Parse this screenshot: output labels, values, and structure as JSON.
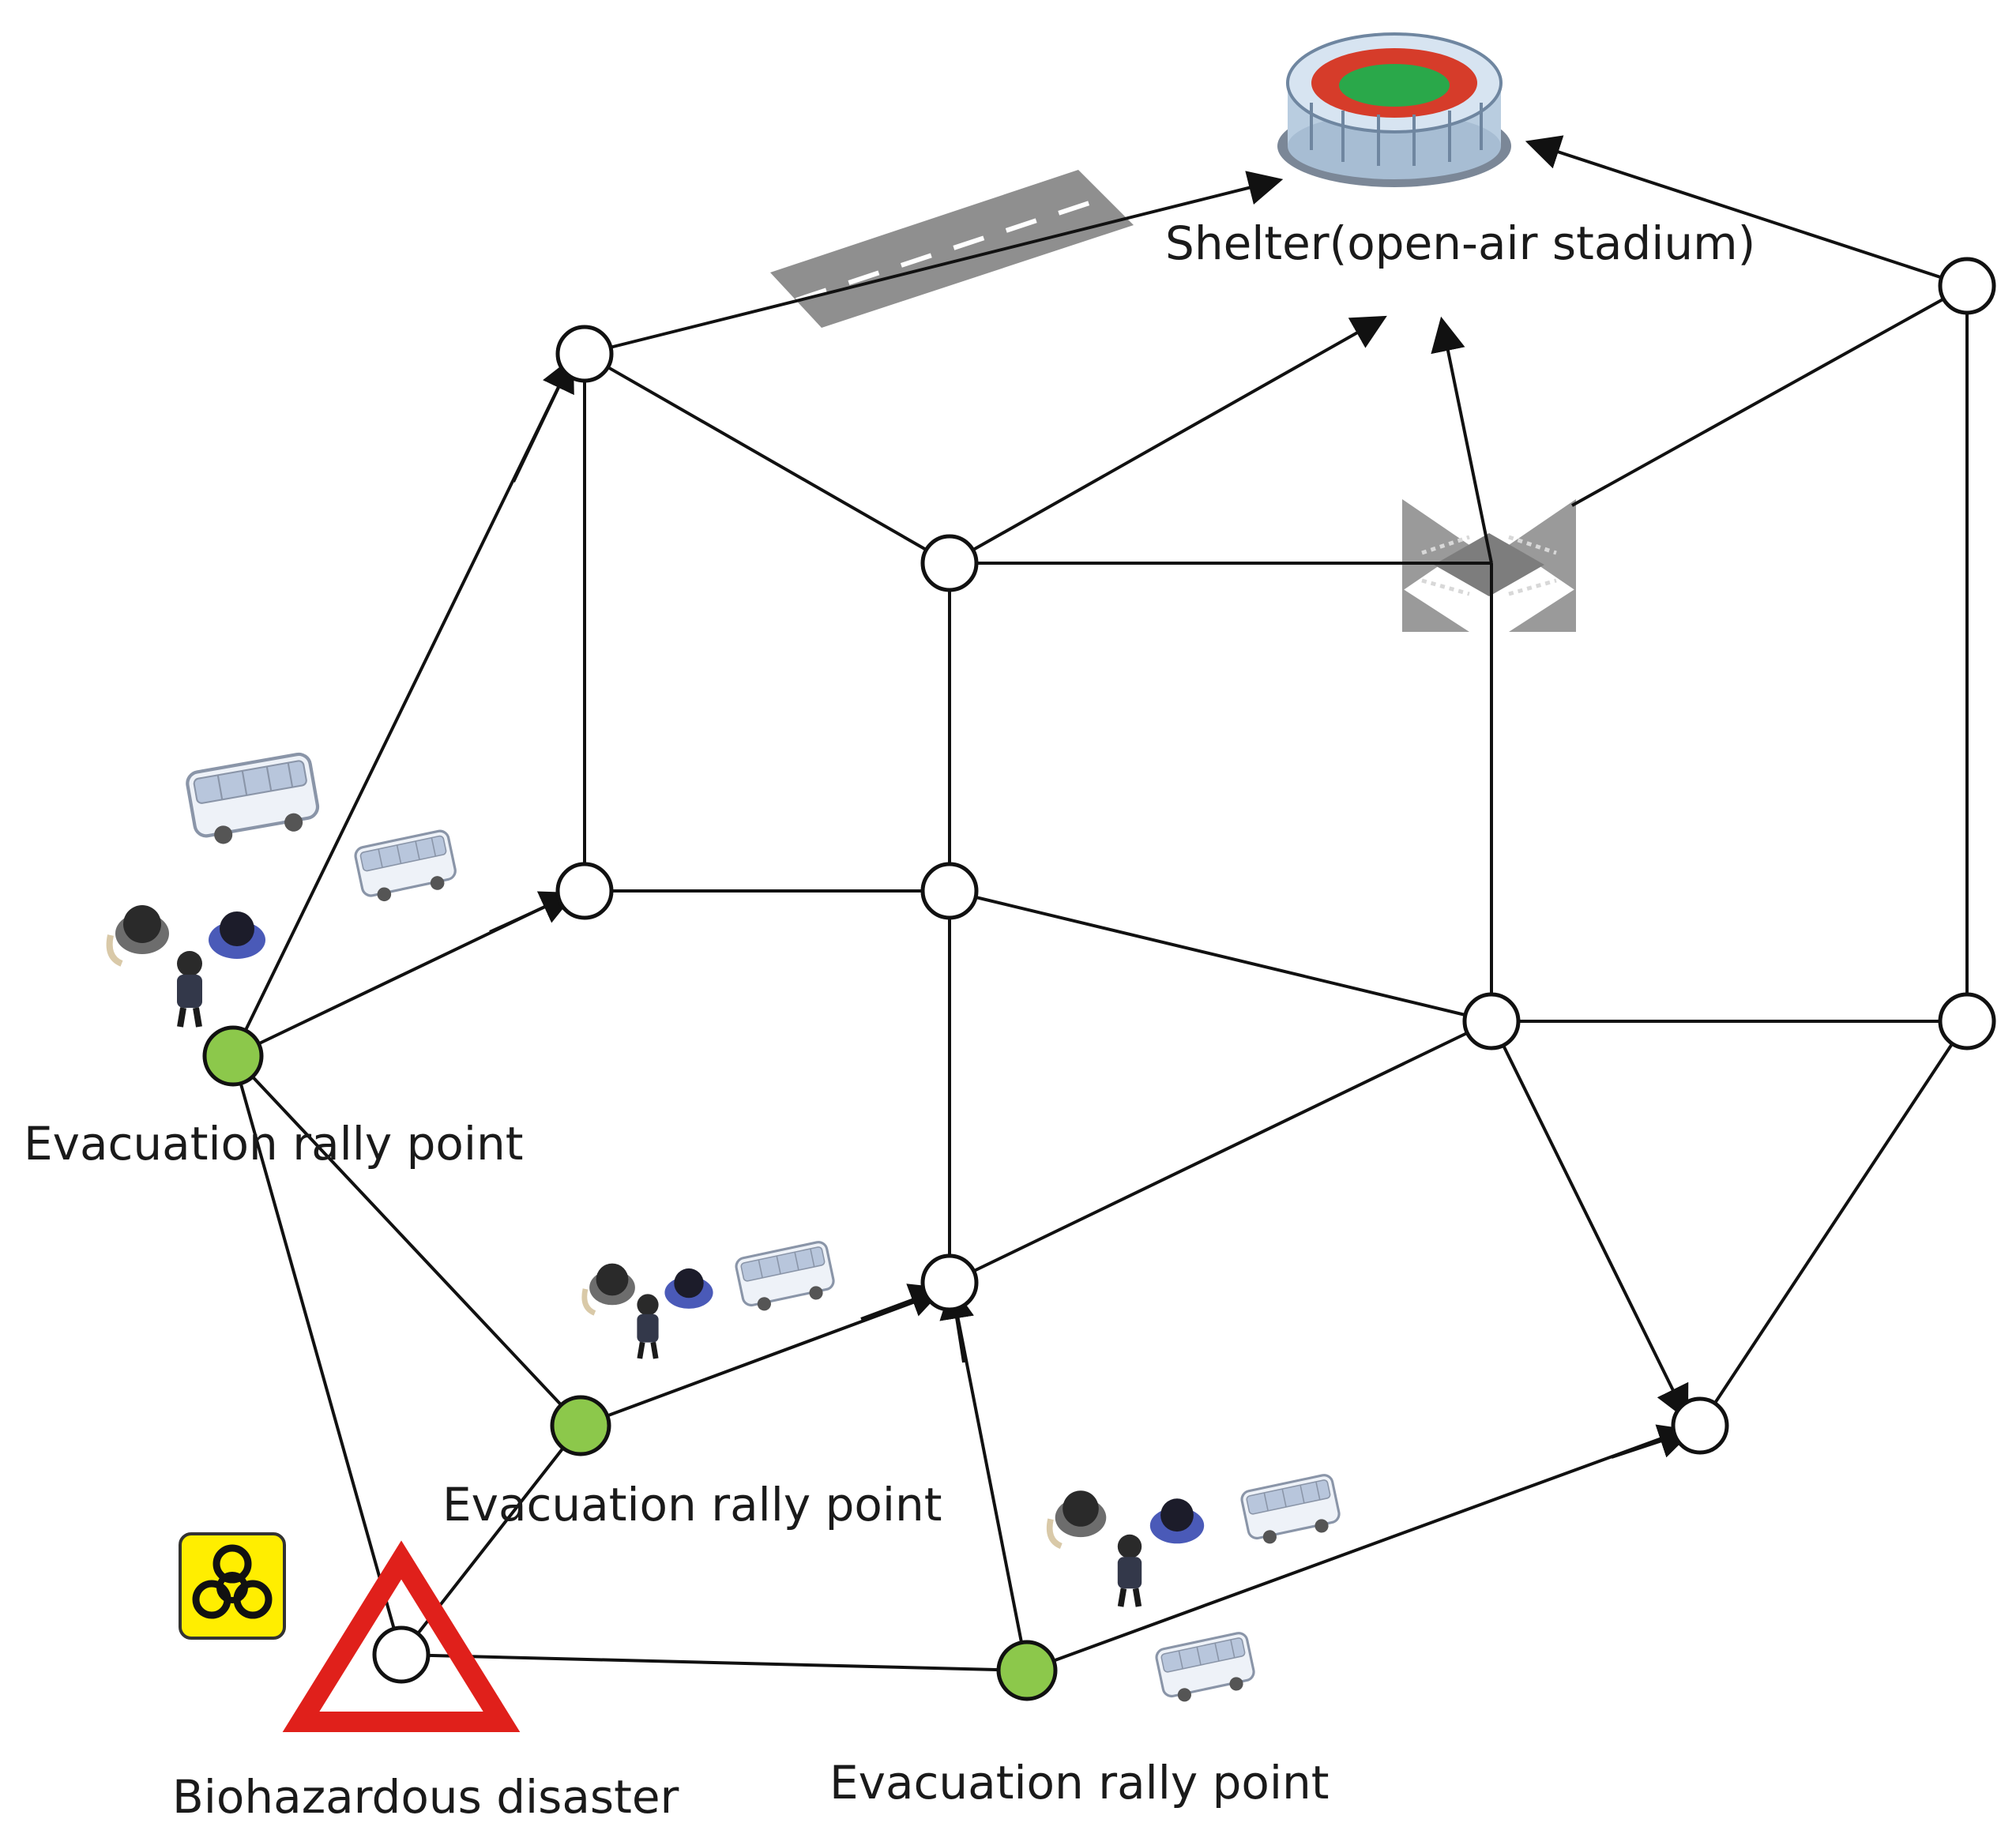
{
  "labels": {
    "shelter": "Shelter(open-air stadium)",
    "rally_1": "Evacuation rally point",
    "rally_2": "Evacuation rally point",
    "rally_3": "Evacuation rally point",
    "disaster": "Biohazardous disaster"
  },
  "colors": {
    "rally_fill": "#8cc84b",
    "hazard_red": "#e0201b",
    "hazard_yellow": "#ffee00",
    "road_gray": "#8f8f8f",
    "edge": "#111111"
  },
  "icons": {
    "shelter": "stadium-icon",
    "disaster": "biohazard-icon",
    "warning": "warning-triangle-icon",
    "road": "road-segment-icon",
    "intersection": "intersection-icon",
    "vehicle": "bus-icon",
    "people": "evacuee-icon"
  }
}
